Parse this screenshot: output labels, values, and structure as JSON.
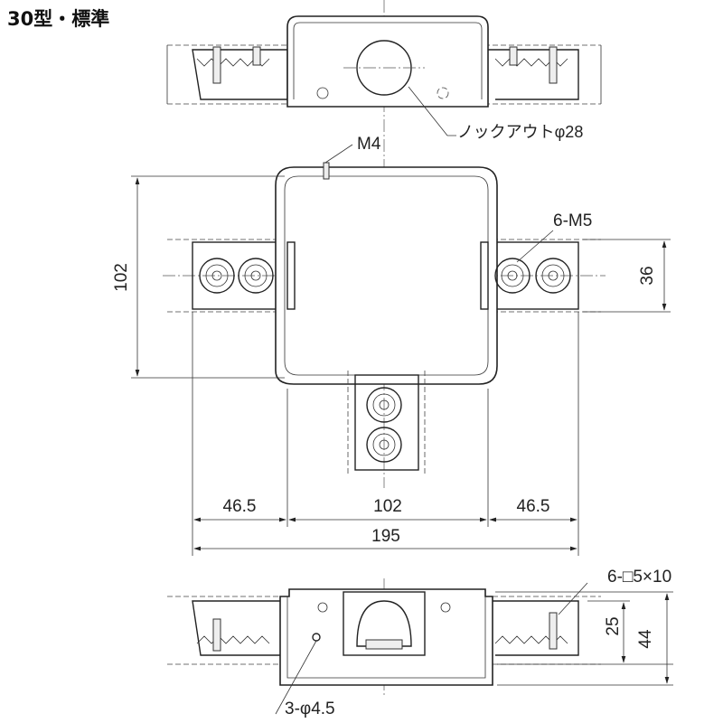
{
  "title": "30型・標準",
  "labels": {
    "knockout": "ノックアウトφ28",
    "m4": "M4",
    "m5": "6-M5",
    "slot": "6-□5×10",
    "hole": "3-φ4.5"
  },
  "dimensions": {
    "height_102": "102",
    "rail_36": "36",
    "left_46_5": "46.5",
    "center_102": "102",
    "right_46_5": "46.5",
    "total_195": "195",
    "depth_25": "25",
    "depth_44": "44"
  }
}
